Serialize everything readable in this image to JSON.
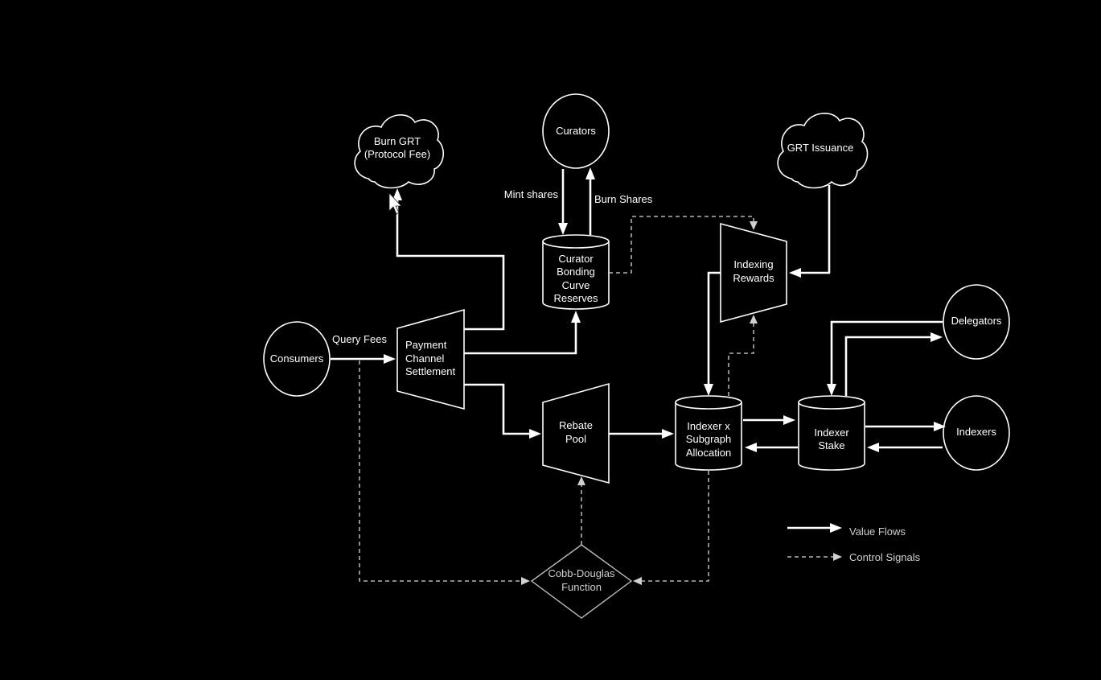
{
  "nodes": {
    "burn_grt": [
      "Burn GRT",
      "(Protocol Fee)"
    ],
    "curators": "Curators",
    "grt_issuance": "GRT Issuance",
    "curator_reserves": [
      "Curator",
      "Bonding",
      "Curve",
      "Reserves"
    ],
    "indexing_rewards": [
      "Indexing",
      "Rewards"
    ],
    "consumers": "Consumers",
    "payment_channel": [
      "Payment",
      "Channel",
      "Settlement"
    ],
    "rebate_pool": [
      "Rebate",
      "Pool"
    ],
    "allocation": [
      "Indexer x",
      "Subgraph",
      "Allocation"
    ],
    "indexer_stake": [
      "Indexer",
      "Stake"
    ],
    "delegators": "Delegators",
    "indexers": "Indexers",
    "cobb_douglas": [
      "Cobb-Douglas",
      "Function"
    ]
  },
  "edge_labels": {
    "mint_shares": "Mint shares",
    "burn_shares": "Burn Shares",
    "query_fees": "Query Fees"
  },
  "legend": {
    "value_flows": "Value Flows",
    "control_signals": "Control Signals"
  },
  "colors": {
    "background": "#000000",
    "stroke": "#ffffff",
    "control": "#d8d8d8"
  }
}
